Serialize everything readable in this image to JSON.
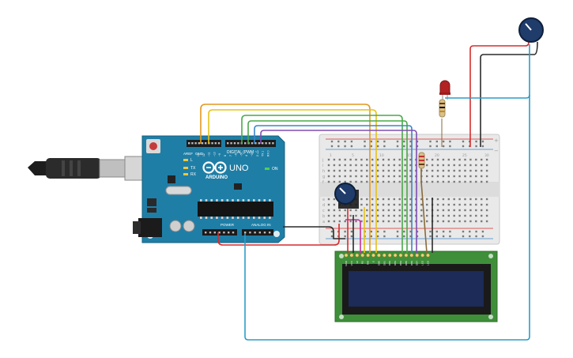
{
  "arduino": {
    "name": "UNO",
    "brand": "ARDUINO",
    "digital_header": "DIGITAL (PWM ~)",
    "power_label": "POWER",
    "analog_label": "ANALOG IN",
    "aref": "AREF",
    "gnd": "GND",
    "led_l": "L",
    "led_tx": "TX",
    "led_rx": "RX",
    "on": "ON",
    "board_color": "#1f7ea6",
    "digital_pins": [
      "13",
      "12",
      "~11",
      "~10",
      "~9",
      "8",
      "7",
      "~6",
      "~5",
      "4",
      "~3",
      "2",
      "TX 1",
      "RX 0"
    ],
    "power_pins": [
      "IOREF",
      "RESET",
      "3.3V",
      "5V",
      "GND",
      "GND",
      "Vin"
    ],
    "analog_pins": [
      "A0",
      "A1",
      "A2",
      "A3",
      "A4",
      "A5"
    ]
  },
  "usb_cable": {
    "color": "#1d1d1d"
  },
  "breadboard": {
    "rail_plus": "+",
    "rail_minus": "−",
    "row_letters_top": [
      "j",
      "i",
      "h",
      "g",
      "f"
    ],
    "row_letters_bottom": [
      "e",
      "d",
      "c",
      "b",
      "a"
    ],
    "column_numbers": [
      "1",
      "5",
      "10",
      "15",
      "20",
      "25",
      "30"
    ]
  },
  "lcd": {
    "pcb_color": "#3f8f3a",
    "screen_color": "#1c2b57",
    "pins": [
      "GND",
      "VCC",
      "V0",
      "RS",
      "RW",
      "E",
      "DB0",
      "DB1",
      "DB2",
      "DB3",
      "DB4",
      "DB5",
      "DB6",
      "DB7",
      "LED",
      "LED"
    ]
  },
  "wire_colors": {
    "orange": "#e39a1e",
    "yellow": "#e6c21b",
    "green": "#4aa84a",
    "blue": "#3a87c9",
    "purple": "#7e4fb0",
    "red": "#d62d2d",
    "black": "#2a2a2a",
    "cyan": "#2d9cc8",
    "brown": "#8a6a3a",
    "magenta": "#c4329c"
  }
}
